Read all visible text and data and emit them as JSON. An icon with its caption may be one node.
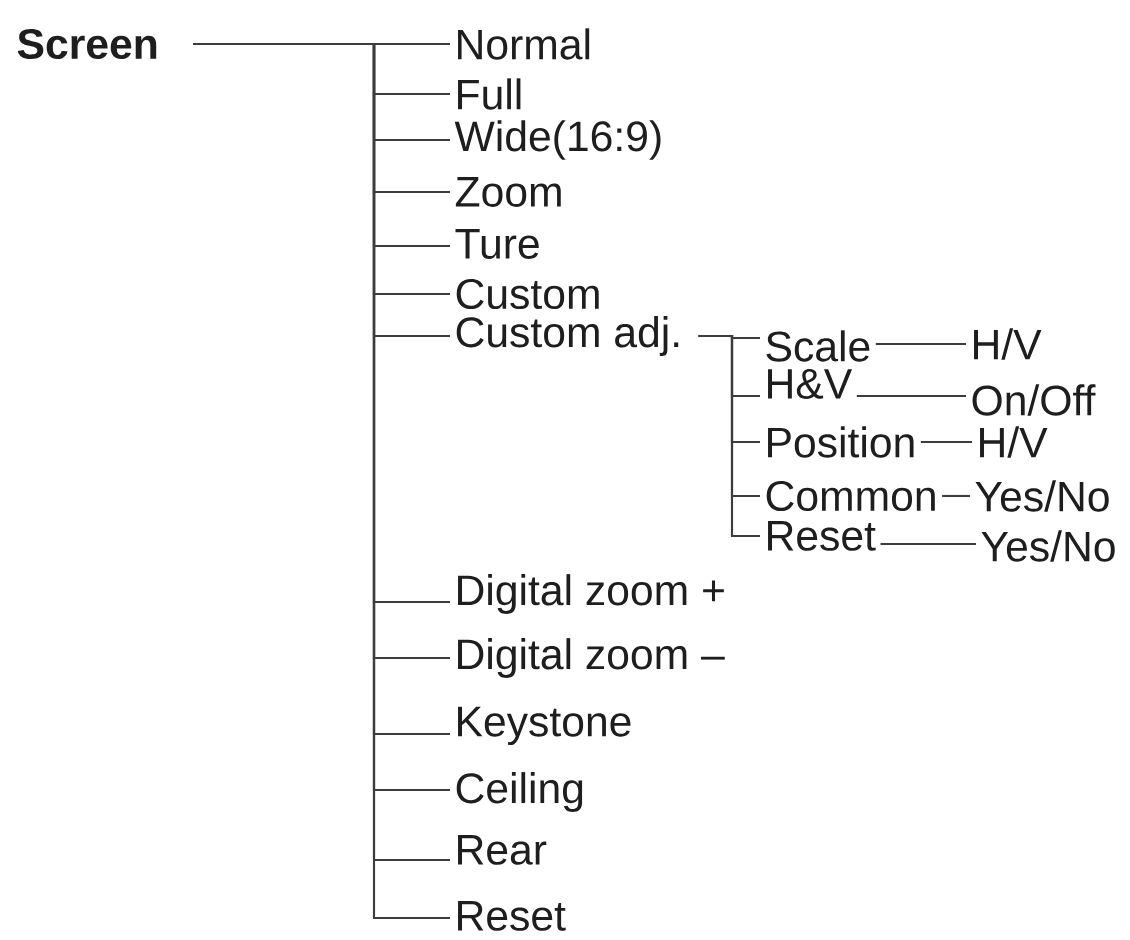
{
  "diagram": {
    "nodes": [
      {
        "text": [
          "Screen"
        ]
      },
      {
        "text": [
          "Normal"
        ]
      },
      {
        "text": [
          "Full"
        ]
      },
      {
        "text": [
          "Wide(16:9)"
        ]
      },
      {
        "text": [
          "Zoom"
        ]
      },
      {
        "text": [
          "Ture"
        ]
      },
      {
        "text": [
          "Custom"
        ]
      },
      {
        "text": [
          "Custom adj."
        ]
      },
      {
        "text": [
          "Scale"
        ]
      },
      {
        "text": [
          "H/V"
        ]
      },
      {
        "text": [
          "H&V"
        ]
      },
      {
        "text": [
          "On/Off"
        ]
      },
      {
        "text": [
          "Position"
        ]
      },
      {
        "text": [
          "H/V"
        ]
      },
      {
        "text": [
          "Common"
        ]
      },
      {
        "text": [
          "Yes/No"
        ]
      },
      {
        "text": [
          "Reset"
        ]
      },
      {
        "text": [
          "Yes/No"
        ]
      },
      {
        "text": [
          "Digital zoom +"
        ]
      },
      {
        "text": [
          "Digital zoom –"
        ]
      },
      {
        "text": [
          "Keystone"
        ]
      },
      {
        "text": [
          "Ceiling"
        ]
      },
      {
        "text": [
          "Rear"
        ]
      },
      {
        "text": [
          "Reset"
        ]
      }
    ],
    "edges": [
      {
        "from": 0,
        "to": 1,
        "arrow": "none"
      },
      {
        "from": 0,
        "to": 2,
        "arrow": "none"
      },
      {
        "from": 0,
        "to": 3,
        "arrow": "none"
      },
      {
        "from": 0,
        "to": 4,
        "arrow": "none"
      },
      {
        "from": 0,
        "to": 5,
        "arrow": "none"
      },
      {
        "from": 0,
        "to": 6,
        "arrow": "none"
      },
      {
        "from": 0,
        "to": 7,
        "arrow": "none"
      },
      {
        "from": 7,
        "to": 8,
        "arrow": "none"
      },
      {
        "from": 8,
        "to": 9,
        "arrow": "none"
      },
      {
        "from": 7,
        "to": 10,
        "arrow": "none"
      },
      {
        "from": 10,
        "to": 11,
        "arrow": "none"
      },
      {
        "from": 7,
        "to": 12,
        "arrow": "none"
      },
      {
        "from": 12,
        "to": 13,
        "arrow": "none"
      },
      {
        "from": 7,
        "to": 14,
        "arrow": "none"
      },
      {
        "from": 14,
        "to": 15,
        "arrow": "none"
      },
      {
        "from": 7,
        "to": 16,
        "arrow": "none"
      },
      {
        "from": 16,
        "to": 17,
        "arrow": "none"
      },
      {
        "from": 0,
        "to": 18,
        "arrow": "none"
      },
      {
        "from": 0,
        "to": 19,
        "arrow": "none"
      },
      {
        "from": 0,
        "to": 20,
        "arrow": "none"
      },
      {
        "from": 0,
        "to": 21,
        "arrow": "none"
      },
      {
        "from": 0,
        "to": 22,
        "arrow": "none"
      },
      {
        "from": 0,
        "to": 23,
        "arrow": "none"
      }
    ]
  }
}
